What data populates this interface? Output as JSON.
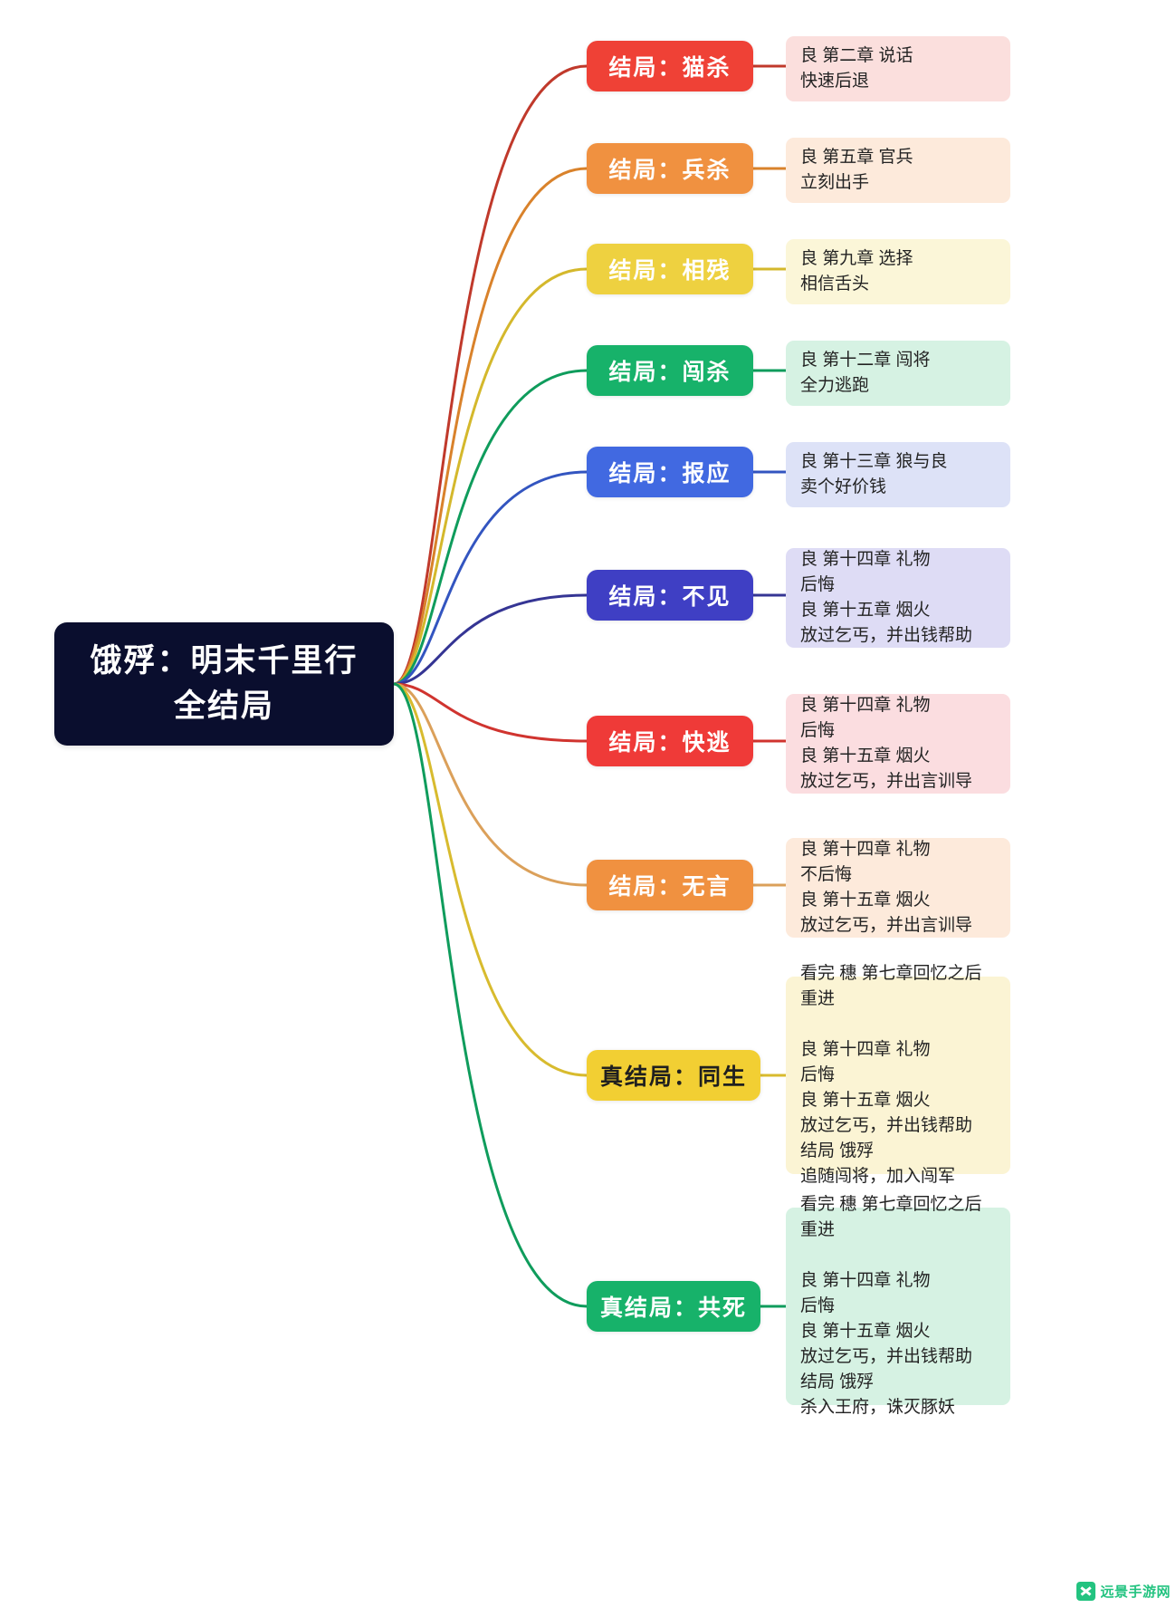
{
  "root": {
    "title_line1": "饿殍：明末千里行",
    "title_line2": "全结局",
    "bg_color": "#0a0e2e",
    "text_color": "#ffffff"
  },
  "branches": [
    {
      "label": "结局：猫杀",
      "node_color": "#ef4136",
      "node_text_color": "#ffffff",
      "detail_bg": "#fbdfdd",
      "edge_color": "#c0392b",
      "detail": "良 第二章 说话\n快速后退"
    },
    {
      "label": "结局：兵杀",
      "node_color": "#f09140",
      "node_text_color": "#ffffff",
      "detail_bg": "#fdeadb",
      "edge_color": "#d9822b",
      "detail": "良 第五章 官兵\n立刻出手"
    },
    {
      "label": "结局：相残",
      "node_color": "#eed140",
      "node_text_color": "#ffffff",
      "detail_bg": "#fbf6d8",
      "edge_color": "#d4b82c",
      "detail": "良 第九章 选择\n相信舌头"
    },
    {
      "label": "结局：闯杀",
      "node_color": "#17b26a",
      "node_text_color": "#ffffff",
      "detail_bg": "#d6f2e3",
      "edge_color": "#0f9c5c",
      "detail": "良 第十二章 闯将\n全力逃跑"
    },
    {
      "label": "结局：报应",
      "node_color": "#4169e1",
      "node_text_color": "#ffffff",
      "detail_bg": "#dde2f7",
      "edge_color": "#3355c0",
      "detail": "良 第十三章 狼与良\n卖个好价钱"
    },
    {
      "label": "结局：不见",
      "node_color": "#3f3fc4",
      "node_text_color": "#ffffff",
      "detail_bg": "#dedcf5",
      "edge_color": "#353594",
      "detail": "良 第十四章 礼物\n后悔\n良 第十五章 烟火\n放过乞丐，并出钱帮助"
    },
    {
      "label": "结局：快逃",
      "node_color": "#ef3a38",
      "node_text_color": "#ffffff",
      "detail_bg": "#fbdde0",
      "edge_color": "#d0342f",
      "detail": "良 第十四章 礼物\n后悔\n良 第十五章 烟火\n放过乞丐，并出言训导"
    },
    {
      "label": "结局：无言",
      "node_color": "#f09140",
      "node_text_color": "#ffffff",
      "detail_bg": "#fdeadb",
      "edge_color": "#dba05a",
      "detail": "良 第十四章 礼物\n不后悔\n良 第十五章 烟火\n放过乞丐，并出言训导"
    },
    {
      "label": "真结局：同生",
      "node_color": "#f2cf33",
      "node_text_color": "#1f1f1f",
      "detail_bg": "#fbf4d4",
      "edge_color": "#d8bb2e",
      "detail": "看完 穗 第七章回忆之后重进\n\n良 第十四章 礼物\n后悔\n良 第十五章 烟火\n放过乞丐，并出钱帮助\n结局 饿殍\n追随闯将，加入闯军"
    },
    {
      "label": "真结局：共死",
      "node_color": "#17b26a",
      "node_text_color": "#ffffff",
      "detail_bg": "#d6f2e3",
      "edge_color": "#0f9c5c",
      "detail": "看完 穗 第七章回忆之后重进\n\n良 第十四章 礼物\n后悔\n良 第十五章 烟火\n放过乞丐，并出钱帮助\n结局 饿殍\n杀入王府，诛灭豚妖"
    }
  ],
  "watermark": {
    "text": "远景手游网",
    "color": "#18c07a"
  }
}
